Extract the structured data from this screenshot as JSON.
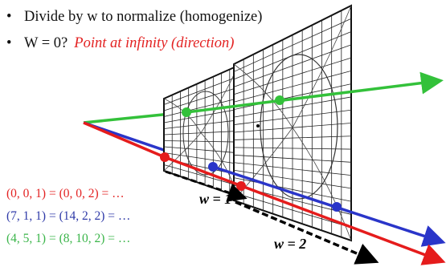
{
  "bullets": [
    {
      "text": "Divide by w to normalize (homogenize)"
    },
    {
      "text": "W = 0?",
      "emph": "Point at infinity (direction)"
    }
  ],
  "equations": [
    {
      "text": "(0, 0, 1) = (0, 0, 2) = …",
      "color": "#e32222"
    },
    {
      "text": "(7, 1, 1) = (14, 2, 2) = …",
      "color": "#2f3aa8"
    },
    {
      "text": "(4, 5, 1) = (8, 10, 2) = …",
      "color": "#3bb54a"
    }
  ],
  "plane_labels": {
    "w1": "w = 1",
    "w2": "w = 2"
  },
  "colors": {
    "red_ray": "#e51c1c",
    "blue_ray": "#2a35c9",
    "green_ray": "#33c13a",
    "grid_line": "#111111",
    "plane_fill": "#ffffff"
  }
}
